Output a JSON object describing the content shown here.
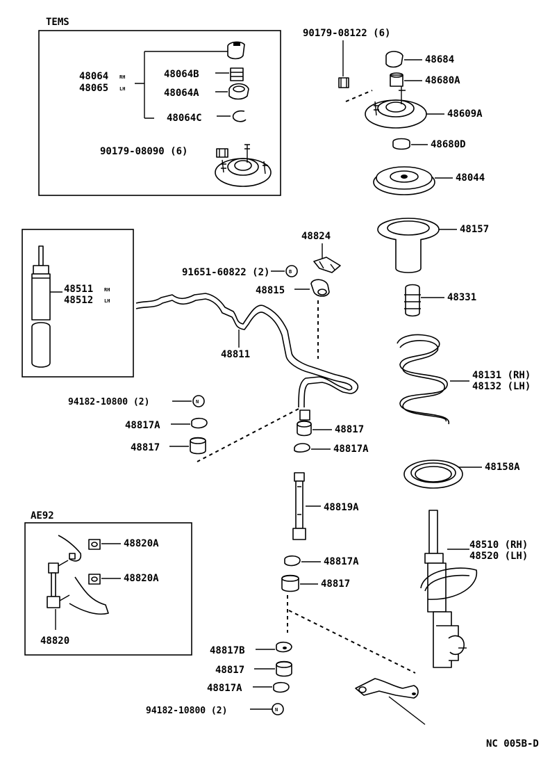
{
  "title_code": "NC 005B-D",
  "groups": {
    "tems": "TEMS",
    "ae92": "AE92"
  },
  "labels": {
    "p48064": "48064",
    "p48064_side": "RH",
    "p48065": "48065",
    "p48065_side": "LH",
    "p48064b": "48064B",
    "p48064a": "48064A",
    "p48064c": "48064C",
    "p90179_08090": "90179-08090 (6)",
    "p90179_08122": "90179-08122 (6)",
    "p48684": "48684",
    "p48680a": "48680A",
    "p48609a": "48609A",
    "p48680d": "48680D",
    "p48044": "48044",
    "p48157": "48157",
    "p48331": "48331",
    "p48131": "48131 (RH)",
    "p48132": "48132 (LH)",
    "p48158a": "48158A",
    "p48510": "48510 (RH)",
    "p48520": "48520 (LH)",
    "p48511": "48511",
    "p48511_side": "RH",
    "p48512": "48512",
    "p48512_side": "LH",
    "p48824": "48824",
    "p91651": "91651-60822 (2)",
    "p48815": "48815",
    "p48811": "48811",
    "p94182_top": "94182-10800 (2)",
    "p48817a_l": "48817A",
    "p48817_l": "48817",
    "p48817_r1": "48817",
    "p48817a_r1": "48817A",
    "p48819a": "48819A",
    "p48817a_r2": "48817A",
    "p48817_r2": "48817",
    "p48817b": "48817B",
    "p48817_b": "48817",
    "p48817a_b": "48817A",
    "p94182_bot": "94182-10800 (2)",
    "p48820a_1": "48820A",
    "p48820a_2": "48820A",
    "p48820": "48820"
  },
  "symbols": {
    "b_mark": "B",
    "n_mark_top": "N",
    "n_mark_bot": "N"
  }
}
